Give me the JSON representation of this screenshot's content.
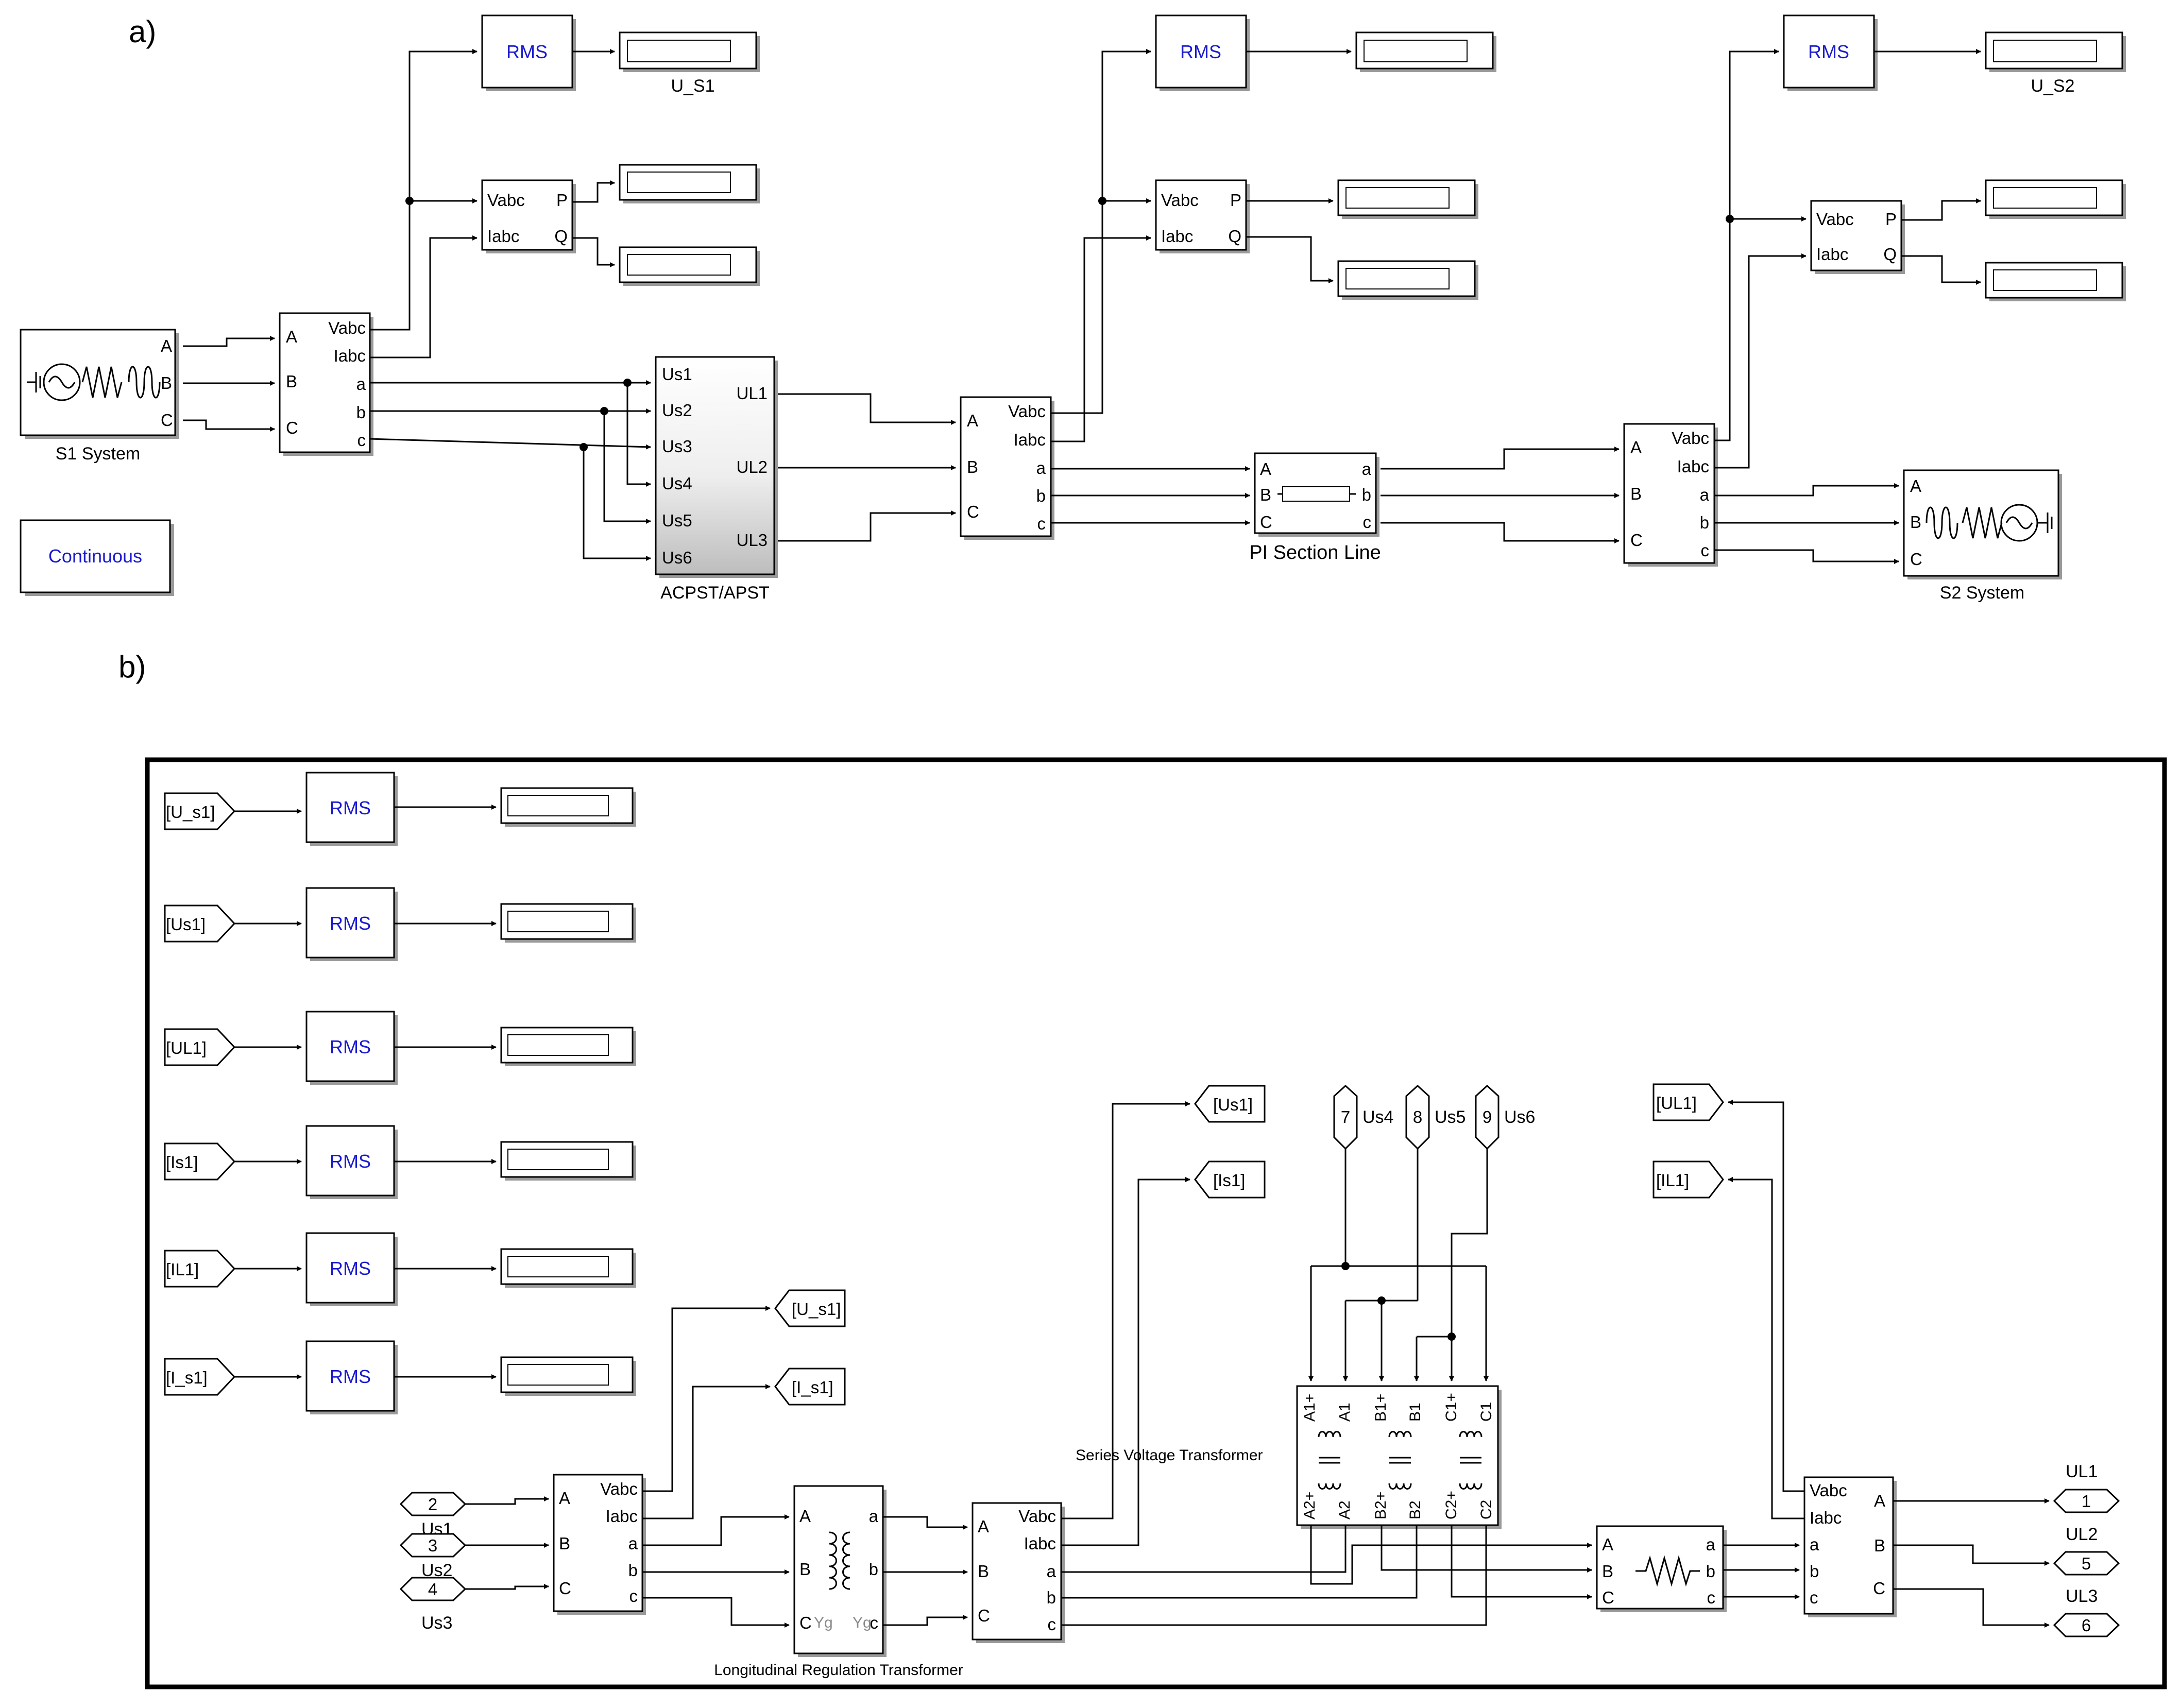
{
  "panel_a": {
    "tag": "a)",
    "s1_system": "S1 System",
    "s2_system": "S2 System",
    "solver": "Continuous",
    "rms": "RMS",
    "display_us1": "U_S1",
    "display_us2": "U_S2",
    "meas": {
      "vabc": "Vabc",
      "iabc": "Iabc",
      "a": "a",
      "b": "b",
      "c": "c",
      "A": "A",
      "B": "B",
      "C": "C"
    },
    "pq": {
      "vabc": "Vabc",
      "iabc": "Iabc",
      "p": "P",
      "q": "Q"
    },
    "acpst": {
      "name": "ACPST/APST",
      "in": [
        "Us1",
        "Us2",
        "Us3",
        "Us4",
        "Us5",
        "Us6"
      ],
      "out": [
        "UL1",
        "UL2",
        "UL3"
      ]
    },
    "pi_line": {
      "name": "PI Section Line",
      "A": "A",
      "B": "B",
      "C": "C",
      "a": "a",
      "b": "b",
      "c": "c"
    }
  },
  "panel_b": {
    "tag": "b)",
    "rms": "RMS",
    "from_tags": [
      "[U_s1]",
      "[Us1]",
      "[UL1]",
      "[Is1]",
      "[IL1]",
      "[I_s1]"
    ],
    "goto_tags": {
      "u_s1": "[U_s1]",
      "i_s1": "[I_s1]",
      "us1": "[Us1]",
      "is1": "[Is1]",
      "ul1": "[UL1]",
      "il1": "[IL1]"
    },
    "inports": [
      {
        "num": "2",
        "name": "Us1"
      },
      {
        "num": "3",
        "name": "Us2"
      },
      {
        "num": "4",
        "name": "Us3"
      }
    ],
    "series_inports": [
      {
        "num": "7",
        "name": "Us4"
      },
      {
        "num": "8",
        "name": "Us5"
      },
      {
        "num": "9",
        "name": "Us6"
      }
    ],
    "outports": [
      {
        "num": "1",
        "name": "UL1"
      },
      {
        "num": "5",
        "name": "UL2"
      },
      {
        "num": "6",
        "name": "UL3"
      }
    ],
    "long_transformer": {
      "name": "Longitudinal Regulation Transformer",
      "yg_left": "Yg",
      "yg_right": "Yg"
    },
    "series_transformer": {
      "name": "Series Voltage Transformer",
      "top": [
        "A1+",
        "A1",
        "B1+",
        "B1",
        "C1+",
        "C1"
      ],
      "bottom": [
        "A2+",
        "A2",
        "B2+",
        "B2",
        "C2+",
        "C2"
      ]
    }
  }
}
